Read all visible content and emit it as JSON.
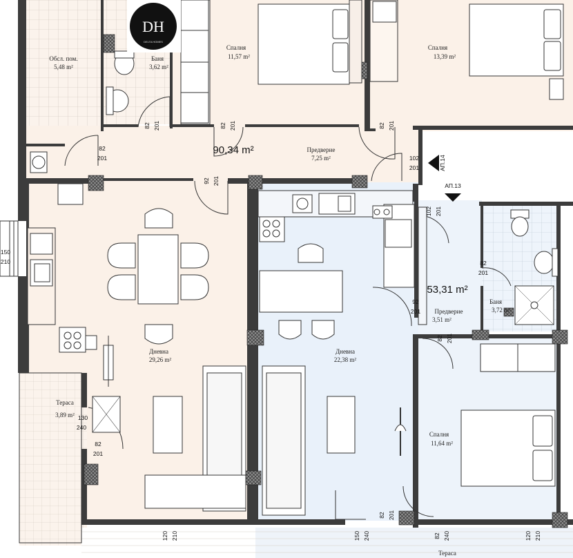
{
  "logo": {
    "monogram": "DH",
    "caption": "DELTA HOMES"
  },
  "apartment_large": {
    "area": "90,34 m²"
  },
  "apartment_small": {
    "area": "53,31 m²"
  },
  "apartment_tags": {
    "ap14": "АП.14",
    "ap13": "АП.13"
  },
  "rooms": {
    "utility": {
      "name": "Обсл. пом.",
      "area": "5,48 m²"
    },
    "bath1": {
      "name": "Баня",
      "area": "3,62 m²"
    },
    "bedroom1": {
      "name": "Спалня",
      "area": "11,57 m²"
    },
    "bedroom2": {
      "name": "Спалня",
      "area": "13,39 m²"
    },
    "hall1": {
      "name": "Предверие",
      "area": "7,25 m²"
    },
    "living1": {
      "name": "Дневна",
      "area": "29,26 m²"
    },
    "living2": {
      "name": "Дневна",
      "area": "22,38 m²"
    },
    "hall2": {
      "name": "Предверие",
      "area": "3,51 m²"
    },
    "bath2": {
      "name": "Баня",
      "area": "3,72 m²"
    },
    "bedroom3": {
      "name": "Спалня",
      "area": "11,64 m²"
    },
    "terrace1": {
      "name": "Тераса",
      "area": "3,89 m²"
    },
    "terrace2": {
      "name": "Тераса"
    }
  },
  "door_dims": {
    "d82": "82",
    "d201": "201",
    "d92": "92",
    "d102": "102",
    "d120": "120",
    "d210": "210",
    "d150": "150",
    "d240": "240"
  },
  "window_dims": {
    "w150": "150",
    "w210": "210",
    "w130": "130",
    "w240": "240"
  }
}
